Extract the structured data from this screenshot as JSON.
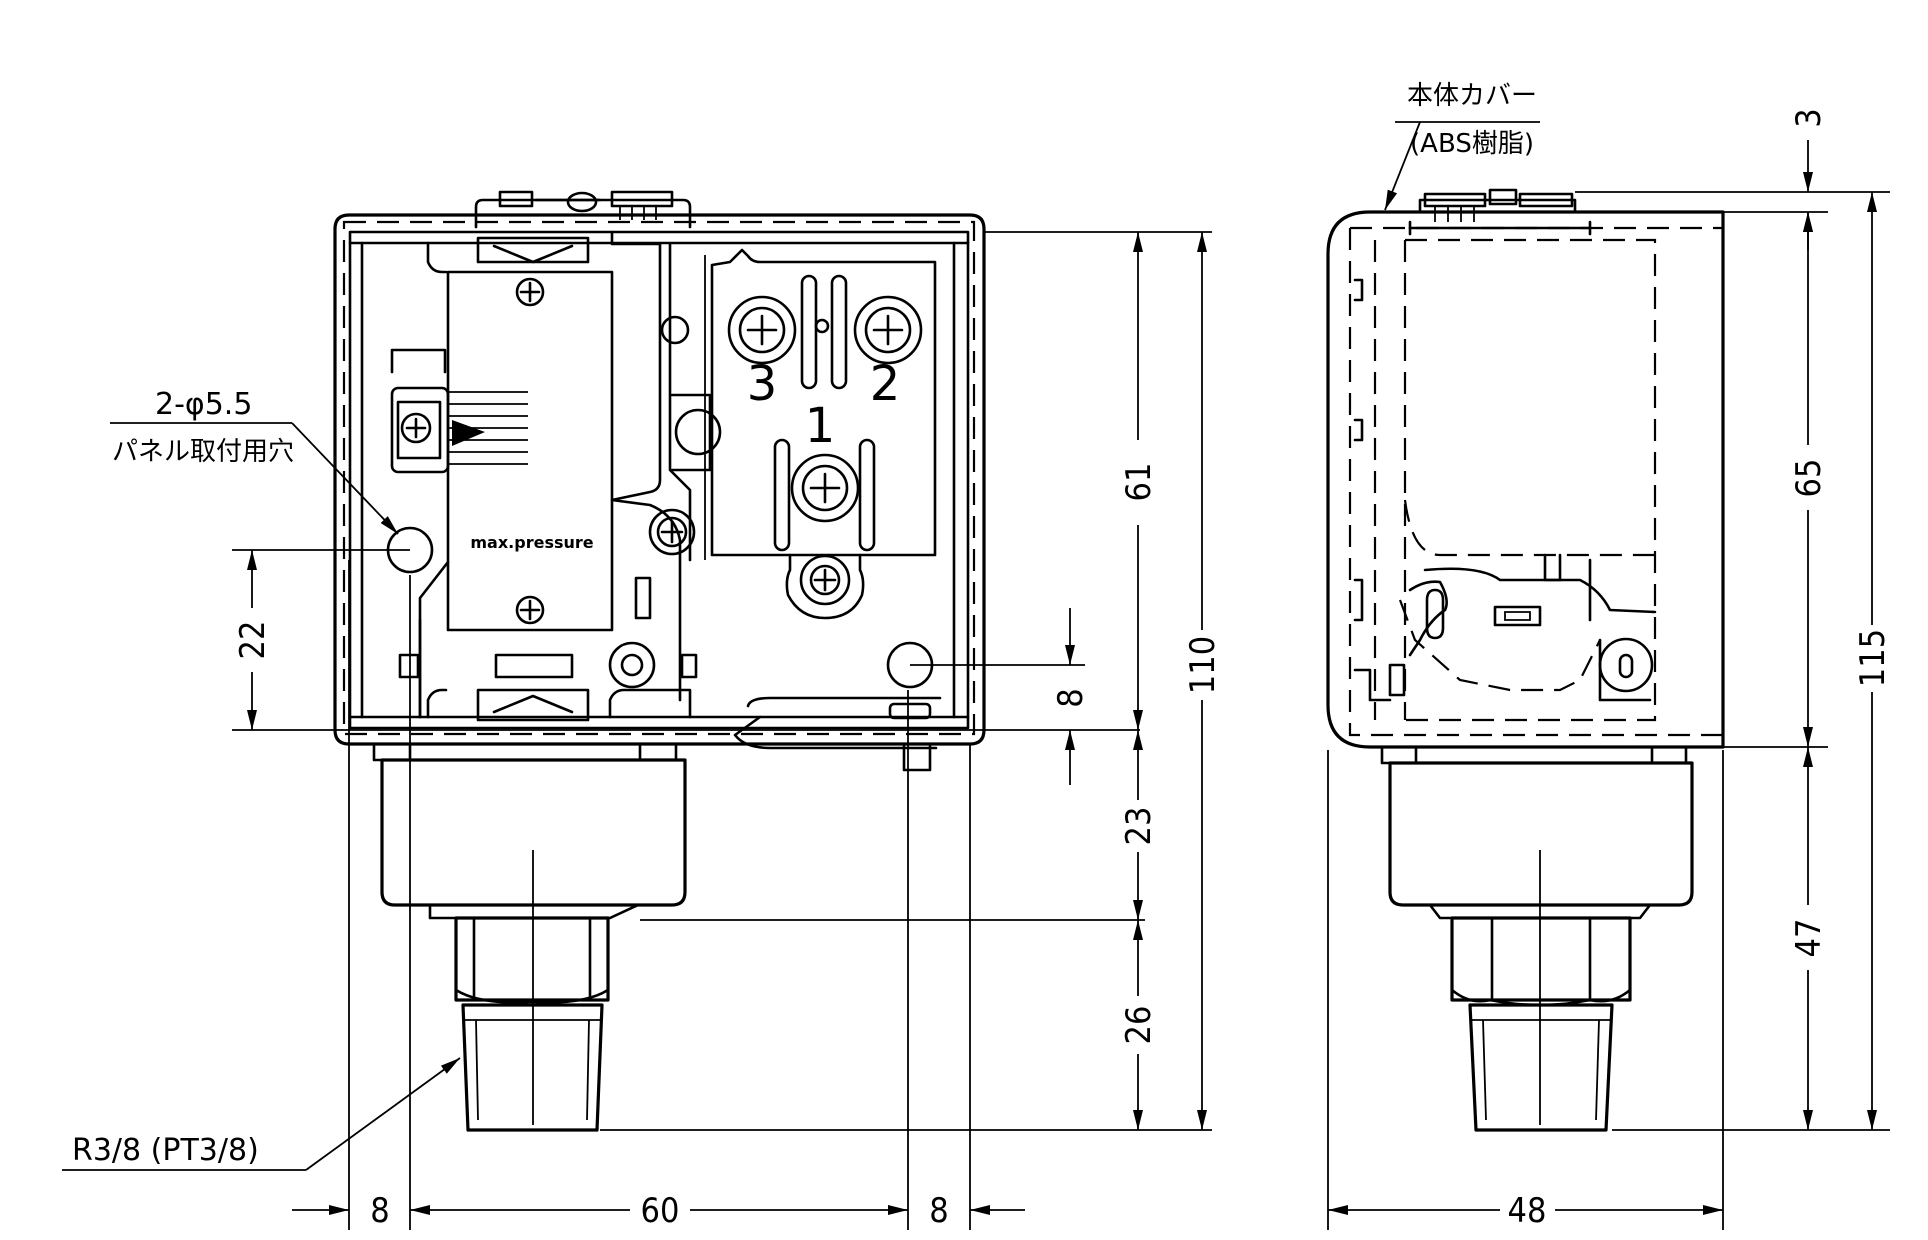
{
  "labels": {
    "hole_callout": "2-φ5.5",
    "hole_callout_sub": "パネル取付用穴",
    "thread_callout": "R3/8 (PT3/8)",
    "cover_callout": "本体カバー",
    "cover_material": "(ABS樹脂)",
    "nameplate": "max.pressure",
    "terminal_1": "1",
    "terminal_2": "2",
    "terminal_3": "3"
  },
  "dimensions": {
    "front_left_margin": "8",
    "front_hole_pitch": "60",
    "front_right_margin": "8",
    "front_hole_height": "22",
    "front_hole_offset": "8",
    "front_body_height": "61",
    "front_case_height": "23",
    "front_fitting_height": "26",
    "front_total_height": "110",
    "side_width": "48",
    "side_top_cap": "3",
    "side_body_height": "65",
    "side_lower_height": "47",
    "side_total_height": "115"
  }
}
